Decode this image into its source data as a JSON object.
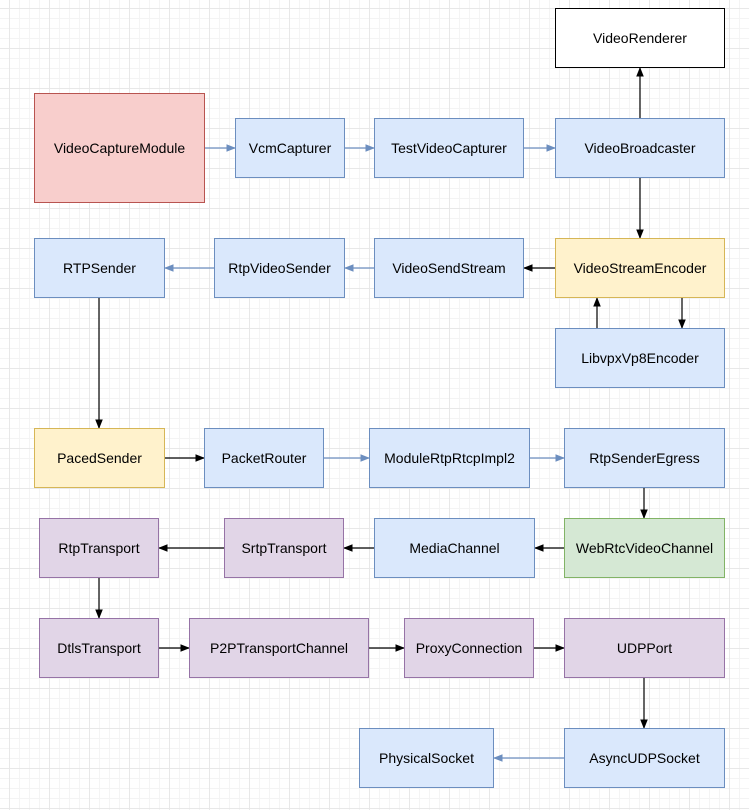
{
  "nodes": {
    "video_renderer": "VideoRenderer",
    "video_capture_module": "VideoCaptureModule",
    "vcm_capturer": "VcmCapturer",
    "test_video_capturer": "TestVideoCapturer",
    "video_broadcaster": "VideoBroadcaster",
    "rtp_sender": "RTPSender",
    "rtp_video_sender": "RtpVideoSender",
    "video_send_stream": "VideoSendStream",
    "video_stream_encoder": "VideoStreamEncoder",
    "libvpx_vp8_encoder": "LibvpxVp8Encoder",
    "paced_sender": "PacedSender",
    "packet_router": "PacketRouter",
    "module_rtp_rtcp_impl2": "ModuleRtpRtcpImpl2",
    "rtp_sender_egress": "RtpSenderEgress",
    "rtp_transport": "RtpTransport",
    "srtp_transport": "SrtpTransport",
    "media_channel": "MediaChannel",
    "web_rtc_video_channel": "WebRtcVideoChannel",
    "dtls_transport": "DtlsTransport",
    "p2p_transport_channel": "P2PTransportChannel",
    "proxy_connection": "ProxyConnection",
    "udp_port": "UDPPort",
    "physical_socket": "PhysicalSocket",
    "async_udp_socket": "AsyncUDPSocket"
  },
  "colors": {
    "blue_fill": "#dae8fc",
    "blue_stroke": "#6c8ebf",
    "red_fill": "#f8cecc",
    "red_stroke": "#b85450",
    "yellow_fill": "#fff2cc",
    "yellow_stroke": "#d6b656",
    "green_fill": "#d5e8d4",
    "green_stroke": "#82b366",
    "purple_fill": "#e1d5e7",
    "purple_stroke": "#9673a6",
    "blue_arrow": "#6c8ebf",
    "black_arrow": "#000000"
  },
  "edges": [
    {
      "from": "video_capture_module",
      "to": "vcm_capturer",
      "color": "blue"
    },
    {
      "from": "vcm_capturer",
      "to": "test_video_capturer",
      "color": "blue"
    },
    {
      "from": "test_video_capturer",
      "to": "video_broadcaster",
      "color": "blue"
    },
    {
      "from": "video_broadcaster",
      "to": "video_renderer",
      "color": "black"
    },
    {
      "from": "video_broadcaster",
      "to": "video_stream_encoder",
      "color": "black"
    },
    {
      "from": "video_stream_encoder",
      "to": "video_send_stream",
      "color": "black"
    },
    {
      "from": "video_send_stream",
      "to": "rtp_video_sender",
      "color": "blue"
    },
    {
      "from": "rtp_video_sender",
      "to": "rtp_sender",
      "color": "blue"
    },
    {
      "from": "libvpx_vp8_encoder",
      "to": "video_stream_encoder",
      "color": "black"
    },
    {
      "from": "video_stream_encoder",
      "to": "libvpx_vp8_encoder",
      "color": "black"
    },
    {
      "from": "rtp_sender",
      "to": "paced_sender",
      "color": "black"
    },
    {
      "from": "paced_sender",
      "to": "packet_router",
      "color": "black"
    },
    {
      "from": "packet_router",
      "to": "module_rtp_rtcp_impl2",
      "color": "blue"
    },
    {
      "from": "module_rtp_rtcp_impl2",
      "to": "rtp_sender_egress",
      "color": "blue"
    },
    {
      "from": "rtp_sender_egress",
      "to": "web_rtc_video_channel",
      "color": "black"
    },
    {
      "from": "web_rtc_video_channel",
      "to": "media_channel",
      "color": "black"
    },
    {
      "from": "media_channel",
      "to": "srtp_transport",
      "color": "black"
    },
    {
      "from": "srtp_transport",
      "to": "rtp_transport",
      "color": "black"
    },
    {
      "from": "rtp_transport",
      "to": "dtls_transport",
      "color": "black"
    },
    {
      "from": "dtls_transport",
      "to": "p2p_transport_channel",
      "color": "black"
    },
    {
      "from": "p2p_transport_channel",
      "to": "proxy_connection",
      "color": "black"
    },
    {
      "from": "proxy_connection",
      "to": "udp_port",
      "color": "black"
    },
    {
      "from": "udp_port",
      "to": "async_udp_socket",
      "color": "black"
    },
    {
      "from": "async_udp_socket",
      "to": "physical_socket",
      "color": "blue"
    }
  ]
}
